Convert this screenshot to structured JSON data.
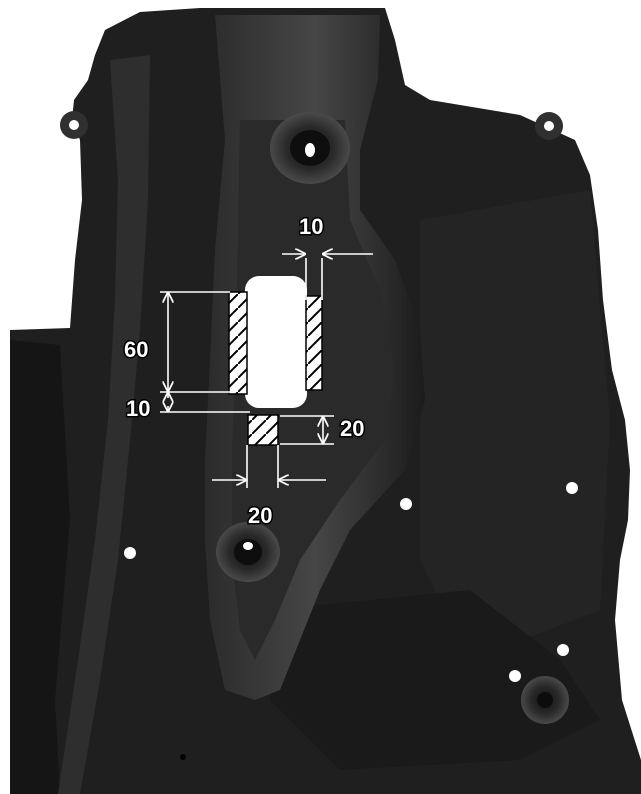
{
  "dimensions": {
    "slot_edge_width": "10",
    "side_cutout_height": "60",
    "gap_height": "10",
    "bottom_tab_height": "20",
    "bottom_tab_width": "20"
  },
  "colors": {
    "panel": "#1f1f1f",
    "panel_highlight": "#3a3a3a",
    "panel_shadow": "#101010",
    "slot": "#ffffff",
    "hatch_fill": "#ffffff",
    "hatch_stroke": "#000000",
    "dimension_line": "#ffffff"
  }
}
